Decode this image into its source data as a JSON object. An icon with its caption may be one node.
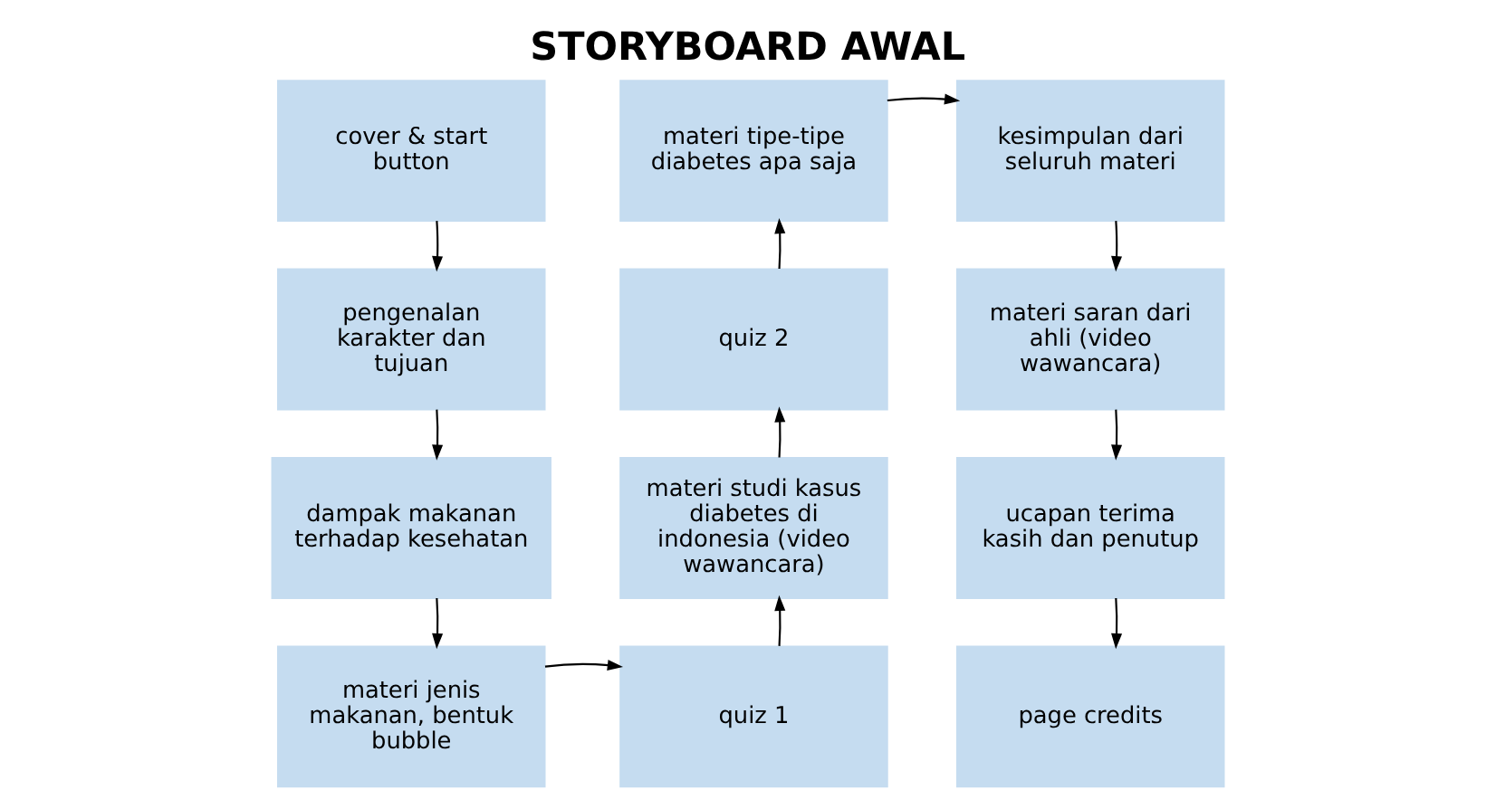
{
  "diagram": {
    "title": "STORYBOARD AWAL",
    "nodes": [
      {
        "text": [
          "cover & start button"
        ]
      },
      {
        "text": [
          "materi tipe-tipe diabetes apa saja"
        ]
      },
      {
        "text": [
          "kesimpulan dari seluruh materi"
        ]
      },
      {
        "text": [
          "pengenalan karakter dan tujuan"
        ]
      },
      {
        "text": [
          "quiz 2"
        ]
      },
      {
        "text": [
          "materi saran dari ahli (video wawancara)"
        ]
      },
      {
        "text": [
          "dampak makanan terhadap kesehatan"
        ]
      },
      {
        "text": [
          "materi studi kasus diabetes di indonesia (video wawancara)"
        ]
      },
      {
        "text": [
          "ucapan terima kasih dan penutup"
        ]
      },
      {
        "text": [
          "materi jenis makanan, bentuk bubble"
        ]
      },
      {
        "text": [
          "quiz 1"
        ]
      },
      {
        "text": [
          "page credits"
        ]
      }
    ],
    "edges": [
      {
        "from": 0,
        "to": 3,
        "arrow": "to"
      },
      {
        "from": 3,
        "to": 6,
        "arrow": "to"
      },
      {
        "from": 6,
        "to": 9,
        "arrow": "to"
      },
      {
        "from": 9,
        "to": 10,
        "arrow": "to"
      },
      {
        "from": 10,
        "to": 7,
        "arrow": "to"
      },
      {
        "from": 7,
        "to": 4,
        "arrow": "to"
      },
      {
        "from": 4,
        "to": 1,
        "arrow": "to"
      },
      {
        "from": 1,
        "to": 2,
        "arrow": "to"
      },
      {
        "from": 2,
        "to": 5,
        "arrow": "to"
      },
      {
        "from": 5,
        "to": 8,
        "arrow": "to"
      },
      {
        "from": 8,
        "to": 11,
        "arrow": "to"
      }
    ]
  }
}
